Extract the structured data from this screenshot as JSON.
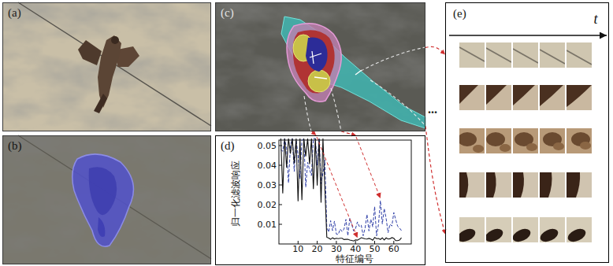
{
  "diagram": {
    "nodes": [
      {
        "text": [
          "(a)"
        ]
      },
      {
        "text": [
          "(b)"
        ]
      },
      {
        "text": [
          "(c)"
        ]
      },
      {
        "text": [
          "(d)"
        ]
      },
      {
        "text": [
          "(e)"
        ]
      }
    ],
    "edges": [
      {
        "from": 2,
        "to": 4,
        "arrow": "to"
      },
      {
        "from": 2,
        "to": 4,
        "arrow": "to"
      },
      {
        "from": 2,
        "to": 3,
        "arrow": "to"
      },
      {
        "from": 2,
        "to": 3,
        "arrow": "to"
      }
    ],
    "labels": [
      "...",
      "t",
      "0.05",
      "0.04",
      "0.03",
      "0.02",
      "0.01",
      "归一化滤波响应",
      "10",
      "20",
      "30",
      "40",
      "50",
      "60",
      "特征编号"
    ]
  }
}
